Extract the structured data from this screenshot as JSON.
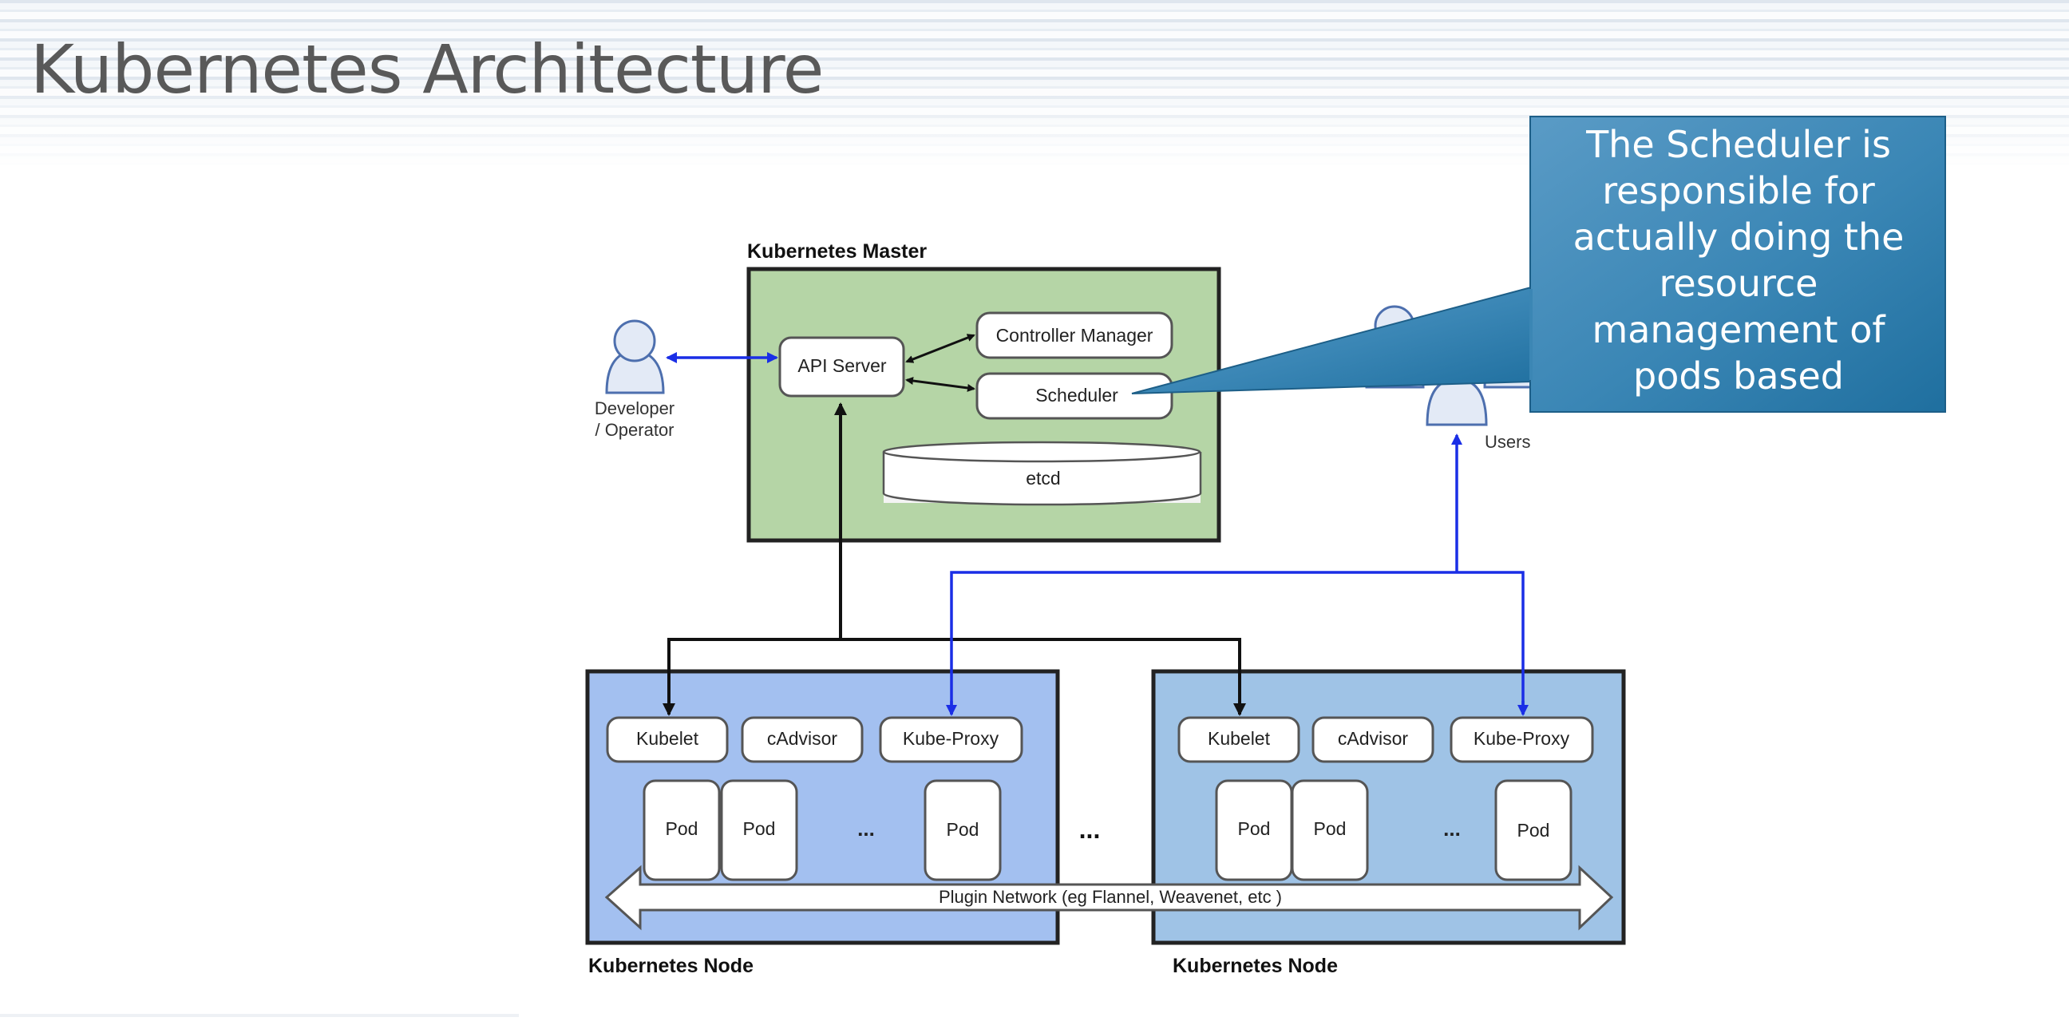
{
  "slide": {
    "title": "Kubernetes Architecture"
  },
  "diagram": {
    "master": {
      "label": "Kubernetes Master",
      "api_server": "API Server",
      "controller_manager": "Controller Manager",
      "scheduler": "Scheduler",
      "etcd": "etcd"
    },
    "developer": {
      "line1": "Developer",
      "line2": "/ Operator"
    },
    "users": {
      "label": "Users"
    },
    "nodes": [
      {
        "label": "Kubernetes Node",
        "kubelet": "Kubelet",
        "cadvisor": "cAdvisor",
        "kube_proxy": "Kube-Proxy",
        "pods": [
          "Pod",
          "Pod",
          "Pod"
        ],
        "ellipsis": "..."
      },
      {
        "label": "Kubernetes Node",
        "kubelet": "Kubelet",
        "cadvisor": "cAdvisor",
        "kube_proxy": "Kube-Proxy",
        "pods": [
          "Pod",
          "Pod",
          "Pod"
        ],
        "ellipsis": "..."
      }
    ],
    "between_nodes": "...",
    "plugin_network": "Plugin Network (eg Flannel, Weavenet, etc )",
    "colors": {
      "master_fill": "#b5d5a6",
      "node1_fill": "#a3c0f0",
      "node2_fill": "#9fc3e6",
      "blue_link": "#1a2ee6",
      "callout": "#2f7fae"
    }
  },
  "callout": {
    "text": "The Scheduler is\nresponsible for\nactually doing the\nresource\nmanagement of\npods based"
  }
}
